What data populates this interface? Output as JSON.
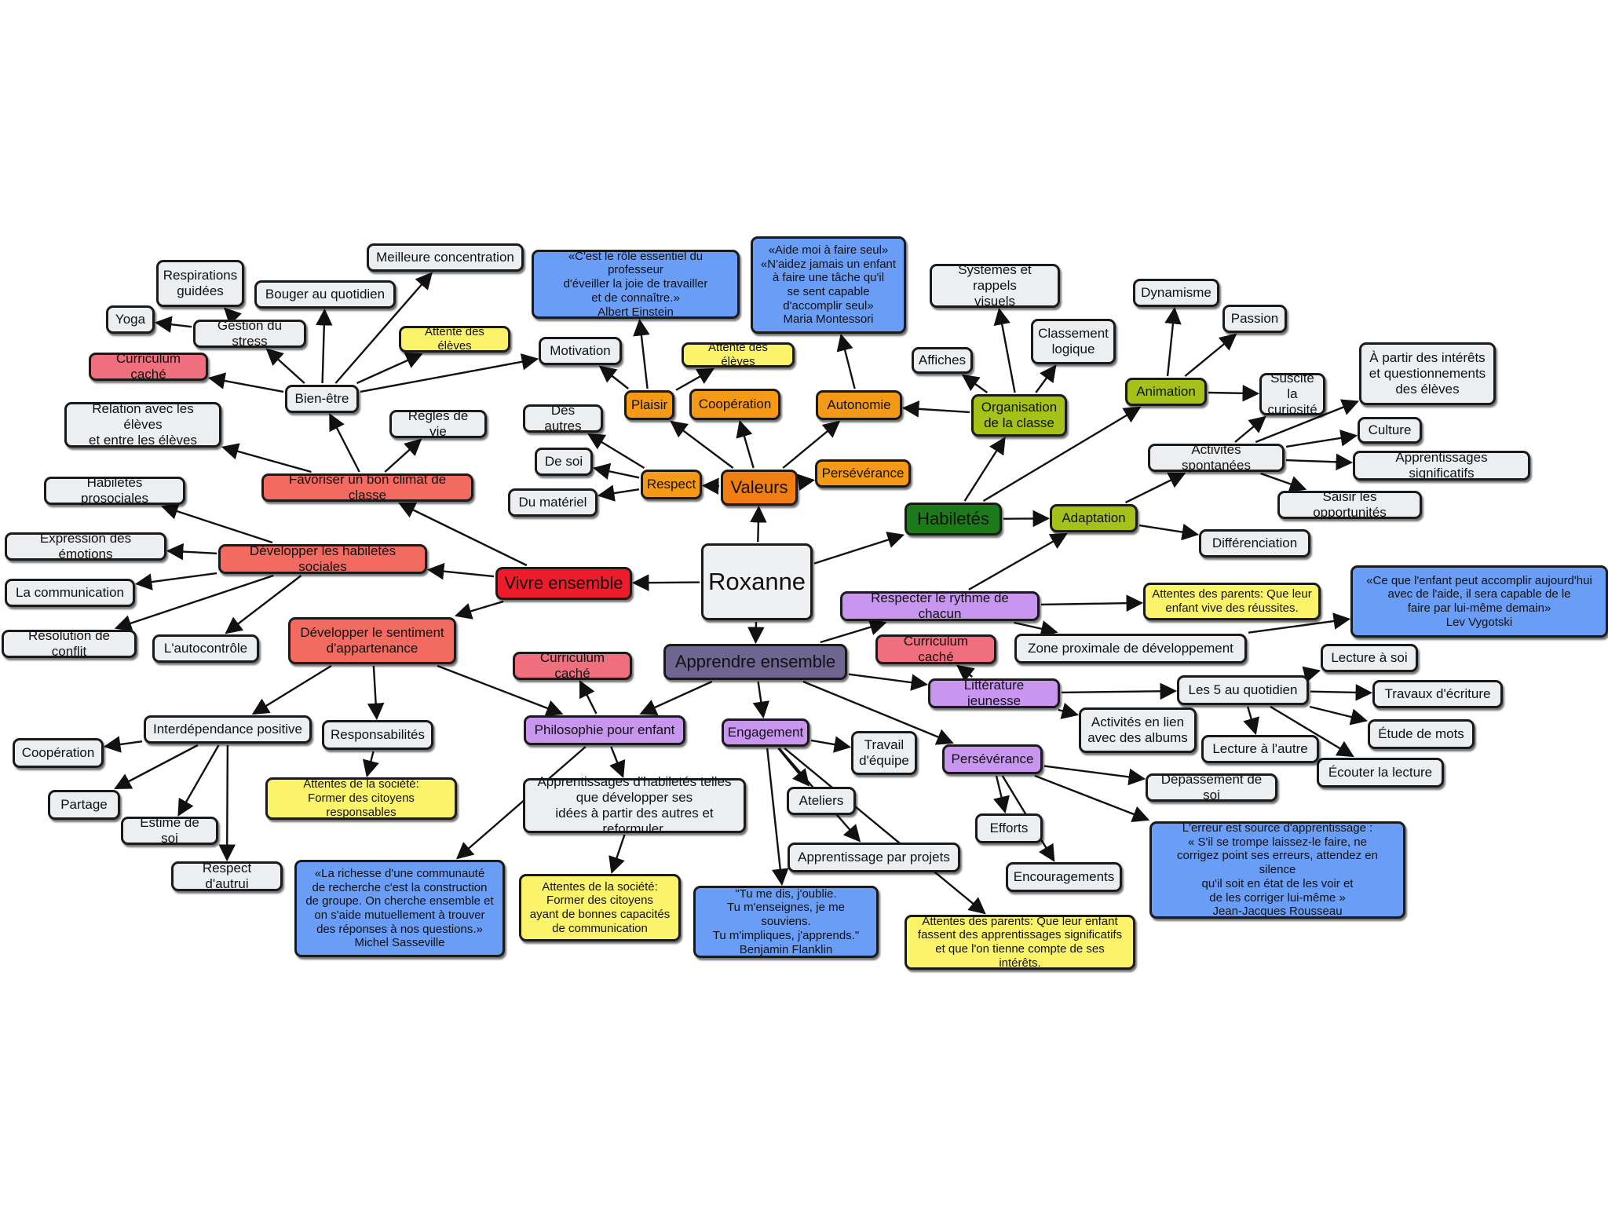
{
  "mindmap": {
    "nodes": [
      {
        "id": "root",
        "label": "Roxanne",
        "style": "root"
      },
      {
        "id": "valeurs",
        "label": "Valeurs",
        "style": "orange2"
      },
      {
        "id": "respect",
        "label": "Respect",
        "style": "orange"
      },
      {
        "id": "plaisir",
        "label": "Plaisir",
        "style": "orange"
      },
      {
        "id": "cooperation_v",
        "label": "Coopération",
        "style": "orange"
      },
      {
        "id": "autonomie",
        "label": "Autonomie",
        "style": "orange"
      },
      {
        "id": "perseverance_v",
        "label": "Persévérance",
        "style": "orange"
      },
      {
        "id": "desautres",
        "label": "Des autres",
        "style": "gray"
      },
      {
        "id": "desoi",
        "label": "De soi",
        "style": "gray"
      },
      {
        "id": "dumateriel",
        "label": "Du matériel",
        "style": "gray"
      },
      {
        "id": "motivation",
        "label": "Motivation",
        "style": "gray"
      },
      {
        "id": "attente_eleves_val",
        "label": "Attente des élèves",
        "style": "yellow"
      },
      {
        "id": "quote_einstein",
        "label": "«C'est le rôle essentiel du professeur\nd'éveiller la joie de travailler\net de connaître.»\nAlbert Einstein",
        "style": "blue"
      },
      {
        "id": "quote_montessori",
        "label": "«Aide moi à faire seul»\n«N'aidez jamais un enfant\nà faire une tâche qu'il\nse sent capable\nd'accomplir seul»\nMaria Montessori",
        "style": "blue"
      },
      {
        "id": "habiletes",
        "label": "Habiletés",
        "style": "green"
      },
      {
        "id": "organisation",
        "label": "Organisation\nde la classe",
        "style": "olive"
      },
      {
        "id": "affiches",
        "label": "Affiches",
        "style": "gray"
      },
      {
        "id": "systemes",
        "label": "Systèmes et rappels\nvisuels",
        "style": "gray"
      },
      {
        "id": "classement",
        "label": "Classement\nlogique",
        "style": "gray"
      },
      {
        "id": "animation",
        "label": "Animation",
        "style": "olive"
      },
      {
        "id": "dynamisme",
        "label": "Dynamisme",
        "style": "gray"
      },
      {
        "id": "passion",
        "label": "Passion",
        "style": "gray"
      },
      {
        "id": "suscite",
        "label": "Suscité la\ncuriosité",
        "style": "gray"
      },
      {
        "id": "adaptation",
        "label": "Adaptation",
        "style": "olive"
      },
      {
        "id": "activites_spont",
        "label": "Activités spontanées",
        "style": "gray"
      },
      {
        "id": "partir_interets",
        "label": "À partir des intérêts\net questionnements\ndes élèves",
        "style": "gray"
      },
      {
        "id": "culture",
        "label": "Culture",
        "style": "gray"
      },
      {
        "id": "apprentissages_sig",
        "label": "Apprentissages significatifs",
        "style": "gray"
      },
      {
        "id": "saisir",
        "label": "Saisir les opportunités",
        "style": "gray"
      },
      {
        "id": "differenciation",
        "label": "Différenciation",
        "style": "gray"
      },
      {
        "id": "vivre",
        "label": "Vivre ensemble",
        "style": "red"
      },
      {
        "id": "climat",
        "label": "Favoriser un bon climat de classe",
        "style": "salmon"
      },
      {
        "id": "bienetre",
        "label": "Bien-être",
        "style": "gray"
      },
      {
        "id": "regles",
        "label": "Règles de vie",
        "style": "gray"
      },
      {
        "id": "relation",
        "label": "Relation avec les élèves\net entre les élèves",
        "style": "gray"
      },
      {
        "id": "curriculum1",
        "label": "Curriculum caché",
        "style": "pink"
      },
      {
        "id": "gestion_stress",
        "label": "Gestion du stress",
        "style": "gray"
      },
      {
        "id": "yoga",
        "label": "Yoga",
        "style": "gray"
      },
      {
        "id": "respirations",
        "label": "Respirations\nguidées",
        "style": "gray"
      },
      {
        "id": "bouger",
        "label": "Bouger au quotidien",
        "style": "gray"
      },
      {
        "id": "meilleure",
        "label": "Meilleure concentration",
        "style": "gray"
      },
      {
        "id": "attente_eleves_be",
        "label": "Attente des élèves",
        "style": "yellow"
      },
      {
        "id": "dev_hab_soc",
        "label": "Développer les habiletés sociales",
        "style": "salmon"
      },
      {
        "id": "hab_prosoc",
        "label": "Habiletés prosociales",
        "style": "gray"
      },
      {
        "id": "expression",
        "label": "Expression des émotions",
        "style": "gray"
      },
      {
        "id": "communication",
        "label": "La communication",
        "style": "gray"
      },
      {
        "id": "resolution",
        "label": "Résolution de conflit",
        "style": "gray"
      },
      {
        "id": "autocontrole",
        "label": "L'autocontrôle",
        "style": "gray"
      },
      {
        "id": "dev_sentiment",
        "label": "Développer le sentiment\nd'appartenance",
        "style": "salmon"
      },
      {
        "id": "interdependance",
        "label": "Interdépendance positive",
        "style": "gray"
      },
      {
        "id": "cooperation_s",
        "label": "Coopération",
        "style": "gray"
      },
      {
        "id": "partage",
        "label": "Partage",
        "style": "gray"
      },
      {
        "id": "estime",
        "label": "Estime de soi",
        "style": "gray"
      },
      {
        "id": "respect_autrui",
        "label": "Respect d'autrui",
        "style": "gray"
      },
      {
        "id": "responsabilites",
        "label": "Responsabilités",
        "style": "gray"
      },
      {
        "id": "attentes_soc1",
        "label": "Attentes de la société:\nFormer des citoyens responsables",
        "style": "yellow"
      },
      {
        "id": "apprendre",
        "label": "Apprendre ensemble",
        "style": "slate"
      },
      {
        "id": "curriculum2",
        "label": "Curriculum caché",
        "style": "pink"
      },
      {
        "id": "philo",
        "label": "Philosophie pour enfant",
        "style": "lav"
      },
      {
        "id": "apprentissages_hab",
        "label": "Apprentissages d'habiletés telles\nque développer ses\nidées à partir des autres et reformuler.",
        "style": "gray"
      },
      {
        "id": "attentes_soc2",
        "label": "Attentes de la société:\nFormer des citoyens\nayant de bonnes capacités\nde communication",
        "style": "yellow"
      },
      {
        "id": "quote_sasseville",
        "label": "«La richesse d'une communauté\nde recherche c'est la construction\nde groupe.  On cherche ensemble et\non s'aide mutuellement à trouver\ndes réponses à nos questions.»\nMichel Sasseville",
        "style": "blue"
      },
      {
        "id": "engagement",
        "label": "Engagement",
        "style": "lav"
      },
      {
        "id": "travail_equipe",
        "label": "Travail\nd'équipe",
        "style": "gray"
      },
      {
        "id": "ateliers",
        "label": "Ateliers",
        "style": "gray"
      },
      {
        "id": "projets",
        "label": "Apprentissage par projets",
        "style": "gray"
      },
      {
        "id": "quote_franklin",
        "label": "\"Tu me dis, j'oublie.\nTu m'enseignes, je me souviens.\nTu m'impliques, j'apprends.\"\nBenjamin Flanklin",
        "style": "blue"
      },
      {
        "id": "attentes_parents2",
        "label": "Attentes des parents: Que leur enfant\nfassent des apprentissages significatifs\net que l'on tienne compte de ses intérêts.",
        "style": "yellow"
      },
      {
        "id": "rythme",
        "label": "Respecter le rythme de chacun",
        "style": "lav"
      },
      {
        "id": "attentes_parents1",
        "label": "Attentes des parents: Que leur\nenfant vive des réussites.",
        "style": "yellow"
      },
      {
        "id": "zpd",
        "label": "Zone proximale de développement",
        "style": "gray"
      },
      {
        "id": "quote_vygotski",
        "label": "«Ce que l'enfant peut accomplir aujourd'hui\navec de l'aide, il sera capable de le\nfaire par lui-même demain»\nLev Vygotski",
        "style": "blue"
      },
      {
        "id": "curriculum3",
        "label": "Curriculum caché",
        "style": "pink"
      },
      {
        "id": "litterature",
        "label": "Littérature jeunesse",
        "style": "lav"
      },
      {
        "id": "activites_albums",
        "label": "Activités en lien\navec des albums",
        "style": "gray"
      },
      {
        "id": "les5",
        "label": "Les 5 au quotidien",
        "style": "gray"
      },
      {
        "id": "lecture_soi",
        "label": "Lecture à soi",
        "style": "gray"
      },
      {
        "id": "travaux_ecriture",
        "label": "Travaux d'écriture",
        "style": "gray"
      },
      {
        "id": "etude_mots",
        "label": "Étude de mots",
        "style": "gray"
      },
      {
        "id": "ecouter",
        "label": "Écouter la lecture",
        "style": "gray"
      },
      {
        "id": "lecture_autre",
        "label": "Lecture à l'autre",
        "style": "gray"
      },
      {
        "id": "perseverance_a",
        "label": "Persévérance",
        "style": "lav"
      },
      {
        "id": "depassement",
        "label": "Dépassement de soi",
        "style": "gray"
      },
      {
        "id": "efforts",
        "label": "Efforts",
        "style": "gray"
      },
      {
        "id": "encouragements",
        "label": "Encouragements",
        "style": "gray"
      },
      {
        "id": "quote_rousseau",
        "label": "L'erreur est source d'apprentissage :\n« S'il se trompe laissez-le faire, ne\ncorrigez point ses erreurs, attendez en silence\nqu'il soit en état de les voir et\nde les corriger lui-même »\nJean-Jacques Rousseau",
        "style": "blue"
      }
    ],
    "edges": [
      [
        "root",
        "valeurs"
      ],
      [
        "root",
        "habiletes"
      ],
      [
        "root",
        "vivre"
      ],
      [
        "root",
        "apprendre"
      ],
      [
        "valeurs",
        "respect"
      ],
      [
        "valeurs",
        "plaisir"
      ],
      [
        "valeurs",
        "cooperation_v"
      ],
      [
        "valeurs",
        "autonomie"
      ],
      [
        "valeurs",
        "perseverance_v"
      ],
      [
        "respect",
        "desautres"
      ],
      [
        "respect",
        "desoi"
      ],
      [
        "respect",
        "dumateriel"
      ],
      [
        "plaisir",
        "motivation"
      ],
      [
        "plaisir",
        "attente_eleves_val"
      ],
      [
        "plaisir",
        "quote_einstein"
      ],
      [
        "autonomie",
        "quote_montessori"
      ],
      [
        "habiletes",
        "organisation"
      ],
      [
        "habiletes",
        "animation"
      ],
      [
        "habiletes",
        "adaptation"
      ],
      [
        "organisation",
        "autonomie"
      ],
      [
        "organisation",
        "affiches"
      ],
      [
        "organisation",
        "systemes"
      ],
      [
        "organisation",
        "classement"
      ],
      [
        "animation",
        "dynamisme"
      ],
      [
        "animation",
        "passion"
      ],
      [
        "animation",
        "suscite"
      ],
      [
        "adaptation",
        "activites_spont"
      ],
      [
        "adaptation",
        "differenciation"
      ],
      [
        "activites_spont",
        "suscite"
      ],
      [
        "activites_spont",
        "partir_interets"
      ],
      [
        "activites_spont",
        "culture"
      ],
      [
        "activites_spont",
        "apprentissages_sig"
      ],
      [
        "activites_spont",
        "saisir"
      ],
      [
        "vivre",
        "climat"
      ],
      [
        "vivre",
        "dev_hab_soc"
      ],
      [
        "vivre",
        "dev_sentiment"
      ],
      [
        "climat",
        "bienetre"
      ],
      [
        "climat",
        "regles"
      ],
      [
        "climat",
        "relation"
      ],
      [
        "bienetre",
        "curriculum1"
      ],
      [
        "bienetre",
        "gestion_stress"
      ],
      [
        "bienetre",
        "bouger"
      ],
      [
        "bienetre",
        "meilleure"
      ],
      [
        "bienetre",
        "attente_eleves_be"
      ],
      [
        "bienetre",
        "motivation"
      ],
      [
        "gestion_stress",
        "yoga"
      ],
      [
        "gestion_stress",
        "respirations"
      ],
      [
        "dev_hab_soc",
        "hab_prosoc"
      ],
      [
        "dev_hab_soc",
        "expression"
      ],
      [
        "dev_hab_soc",
        "communication"
      ],
      [
        "dev_hab_soc",
        "resolution"
      ],
      [
        "dev_hab_soc",
        "autocontrole"
      ],
      [
        "dev_sentiment",
        "interdependance"
      ],
      [
        "dev_sentiment",
        "responsabilites"
      ],
      [
        "dev_sentiment",
        "philo"
      ],
      [
        "interdependance",
        "cooperation_s"
      ],
      [
        "interdependance",
        "partage"
      ],
      [
        "interdependance",
        "estime"
      ],
      [
        "interdependance",
        "respect_autrui"
      ],
      [
        "responsabilites",
        "attentes_soc1"
      ],
      [
        "apprendre",
        "philo"
      ],
      [
        "apprendre",
        "engagement"
      ],
      [
        "apprendre",
        "rythme"
      ],
      [
        "apprendre",
        "litterature"
      ],
      [
        "apprendre",
        "perseverance_a"
      ],
      [
        "philo",
        "curriculum2"
      ],
      [
        "philo",
        "apprentissages_hab"
      ],
      [
        "philo",
        "quote_sasseville"
      ],
      [
        "apprentissages_hab",
        "attentes_soc2"
      ],
      [
        "engagement",
        "travail_equipe"
      ],
      [
        "engagement",
        "ateliers"
      ],
      [
        "engagement",
        "projets"
      ],
      [
        "engagement",
        "quote_franklin"
      ],
      [
        "engagement",
        "attentes_parents2"
      ],
      [
        "rythme",
        "adaptation"
      ],
      [
        "rythme",
        "attentes_parents1"
      ],
      [
        "rythme",
        "zpd"
      ],
      [
        "zpd",
        "quote_vygotski"
      ],
      [
        "litterature",
        "curriculum3"
      ],
      [
        "litterature",
        "activites_albums"
      ],
      [
        "litterature",
        "les5"
      ],
      [
        "les5",
        "lecture_soi"
      ],
      [
        "les5",
        "travaux_ecriture"
      ],
      [
        "les5",
        "etude_mots"
      ],
      [
        "les5",
        "ecouter"
      ],
      [
        "les5",
        "lecture_autre"
      ],
      [
        "perseverance_a",
        "depassement"
      ],
      [
        "perseverance_a",
        "efforts"
      ],
      [
        "perseverance_a",
        "encouragements"
      ],
      [
        "perseverance_a",
        "quote_rousseau"
      ]
    ]
  },
  "colors": {
    "root": "#eef0f1",
    "gray": "#eceff1",
    "yellow": "#fbf46b",
    "blue": "#6a9df5",
    "pink": "#f06f7f",
    "salmon": "#f36a60",
    "red": "#ee1c2b",
    "orange": "#f59a17",
    "orange2": "#f07e12",
    "green": "#1d7a1b",
    "olive": "#a4c21a",
    "lavender": "#c896ee",
    "slate": "#6e6590"
  }
}
